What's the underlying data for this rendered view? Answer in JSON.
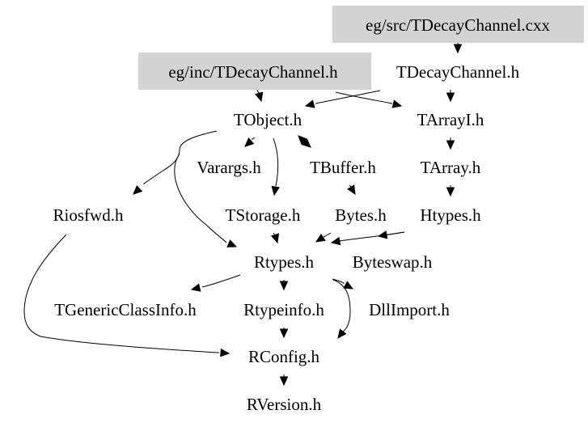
{
  "diagram": {
    "type": "include-dependency-graph",
    "colors": {
      "highlight_fill": "#d3d3d3",
      "edge": "#000000",
      "background": "#ffffff"
    },
    "nodes": [
      {
        "id": "cxx",
        "label": "eg/src/TDecayChannel.cxx",
        "highlighted": true
      },
      {
        "id": "inc",
        "label": "eg/inc/TDecayChannel.h",
        "highlighted": true
      },
      {
        "id": "tdc",
        "label": "TDecayChannel.h",
        "highlighted": false
      },
      {
        "id": "tobject",
        "label": "TObject.h",
        "highlighted": false
      },
      {
        "id": "tarrayi",
        "label": "TArrayI.h",
        "highlighted": false
      },
      {
        "id": "varargs",
        "label": "Varargs.h",
        "highlighted": false
      },
      {
        "id": "tbuffer",
        "label": "TBuffer.h",
        "highlighted": false
      },
      {
        "id": "tarray",
        "label": "TArray.h",
        "highlighted": false
      },
      {
        "id": "riosfwd",
        "label": "Riosfwd.h",
        "highlighted": false
      },
      {
        "id": "tstorage",
        "label": "TStorage.h",
        "highlighted": false
      },
      {
        "id": "bytes",
        "label": "Bytes.h",
        "highlighted": false
      },
      {
        "id": "htypes",
        "label": "Htypes.h",
        "highlighted": false
      },
      {
        "id": "rtypes",
        "label": "Rtypes.h",
        "highlighted": false
      },
      {
        "id": "byteswap",
        "label": "Byteswap.h",
        "highlighted": false
      },
      {
        "id": "tgeneric",
        "label": "TGenericClassInfo.h",
        "highlighted": false
      },
      {
        "id": "rtypeinfo",
        "label": "Rtypeinfo.h",
        "highlighted": false
      },
      {
        "id": "dllimport",
        "label": "DllImport.h",
        "highlighted": false
      },
      {
        "id": "rconfig",
        "label": "RConfig.h",
        "highlighted": false
      },
      {
        "id": "rversion",
        "label": "RVersion.h",
        "highlighted": false
      }
    ],
    "edges": [
      {
        "from": "cxx",
        "to": "tdc"
      },
      {
        "from": "inc",
        "to": "tobject"
      },
      {
        "from": "inc",
        "to": "tarrayi"
      },
      {
        "from": "tdc",
        "to": "tobject"
      },
      {
        "from": "tdc",
        "to": "tarrayi"
      },
      {
        "from": "tobject",
        "to": "riosfwd"
      },
      {
        "from": "tobject",
        "to": "varargs"
      },
      {
        "from": "tobject",
        "to": "tstorage"
      },
      {
        "from": "tobject",
        "to": "tbuffer"
      },
      {
        "from": "tobject",
        "to": "rtypes"
      },
      {
        "from": "tbuffer",
        "to": "tobject"
      },
      {
        "from": "tarrayi",
        "to": "tarray"
      },
      {
        "from": "tarray",
        "to": "htypes"
      },
      {
        "from": "tbuffer",
        "to": "bytes"
      },
      {
        "from": "tstorage",
        "to": "rtypes"
      },
      {
        "from": "bytes",
        "to": "rtypes"
      },
      {
        "from": "bytes",
        "to": "htypes"
      },
      {
        "from": "htypes",
        "to": "rtypes"
      },
      {
        "from": "rtypes",
        "to": "tgeneric"
      },
      {
        "from": "rtypes",
        "to": "rtypeinfo"
      },
      {
        "from": "rtypes",
        "to": "dllimport"
      },
      {
        "from": "rtypes",
        "to": "rconfig"
      },
      {
        "from": "rtypeinfo",
        "to": "rconfig"
      },
      {
        "from": "riosfwd",
        "to": "rconfig"
      },
      {
        "from": "rconfig",
        "to": "rversion"
      }
    ]
  }
}
